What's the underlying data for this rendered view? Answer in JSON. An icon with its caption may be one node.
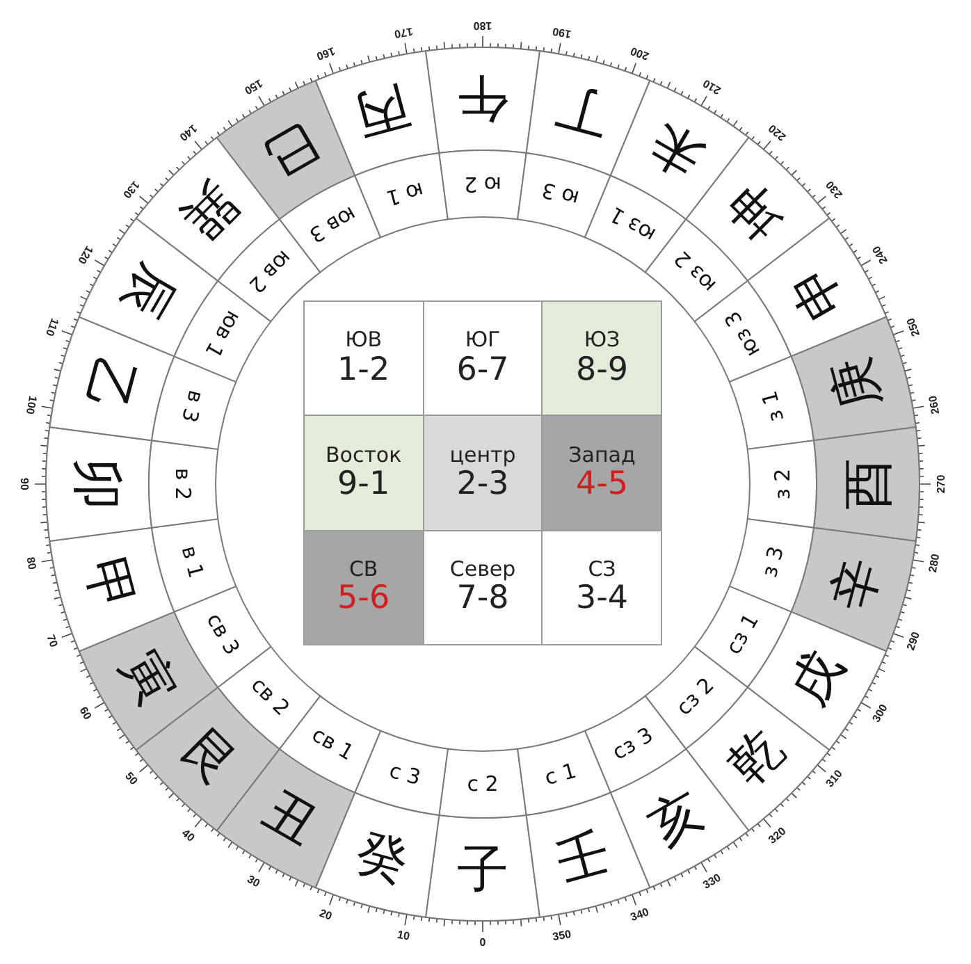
{
  "diagram": {
    "nodes": [
      {
        "text": [
          "子"
        ]
      },
      {
        "text": [
          "癸"
        ]
      },
      {
        "text": [
          "丑"
        ]
      },
      {
        "text": [
          "艮"
        ]
      },
      {
        "text": [
          "寅"
        ]
      },
      {
        "text": [
          "甲"
        ]
      },
      {
        "text": [
          "卯"
        ]
      },
      {
        "text": [
          "乙"
        ]
      },
      {
        "text": [
          "辰"
        ]
      },
      {
        "text": [
          "巽"
        ]
      },
      {
        "text": [
          "巳"
        ]
      },
      {
        "text": [
          "丙"
        ]
      },
      {
        "text": [
          "午"
        ]
      },
      {
        "text": [
          "丁"
        ]
      },
      {
        "text": [
          "未"
        ]
      },
      {
        "text": [
          "坤"
        ]
      },
      {
        "text": [
          "申"
        ]
      },
      {
        "text": [
          "庚"
        ]
      },
      {
        "text": [
          "酉"
        ]
      },
      {
        "text": [
          "辛"
        ]
      },
      {
        "text": [
          "戌"
        ]
      },
      {
        "text": [
          "乾"
        ]
      },
      {
        "text": [
          "亥"
        ]
      },
      {
        "text": [
          "壬"
        ]
      },
      {
        "text": [
          "с 2"
        ]
      },
      {
        "text": [
          "с 3"
        ]
      },
      {
        "text": [
          "св 1"
        ]
      },
      {
        "text": [
          "св 2"
        ]
      },
      {
        "text": [
          "св 3"
        ]
      },
      {
        "text": [
          "в 1"
        ]
      },
      {
        "text": [
          "в 2"
        ]
      },
      {
        "text": [
          "в 3"
        ]
      },
      {
        "text": [
          "юв 1"
        ]
      },
      {
        "text": [
          "юв 2"
        ]
      },
      {
        "text": [
          "юв 3"
        ]
      },
      {
        "text": [
          "ю 1"
        ]
      },
      {
        "text": [
          "ю 2"
        ]
      },
      {
        "text": [
          "ю 3"
        ]
      },
      {
        "text": [
          "юз 1"
        ]
      },
      {
        "text": [
          "юз 2"
        ]
      },
      {
        "text": [
          "юз 3"
        ]
      },
      {
        "text": [
          "з 1"
        ]
      },
      {
        "text": [
          "з 2"
        ]
      },
      {
        "text": [
          "з 3"
        ]
      },
      {
        "text": [
          "сз 1"
        ]
      },
      {
        "text": [
          "сз 2"
        ]
      },
      {
        "text": [
          "сз 3"
        ]
      },
      {
        "text": [
          "с 1"
        ]
      },
      {
        "text": [
          "ЮВ",
          "1-2"
        ]
      },
      {
        "text": [
          "ЮГ",
          "6-7"
        ]
      },
      {
        "text": [
          "ЮЗ",
          "8-9"
        ]
      },
      {
        "text": [
          "Восток",
          "9-1"
        ]
      },
      {
        "text": [
          "центр",
          "2-3"
        ]
      },
      {
        "text": [
          "Запад",
          "4-5"
        ]
      },
      {
        "text": [
          "СВ",
          "5-6"
        ]
      },
      {
        "text": [
          "Север",
          "7-8"
        ]
      },
      {
        "text": [
          "СЗ",
          "3-4"
        ]
      }
    ],
    "labels": [
      "0",
      "10",
      "20",
      "30",
      "40",
      "50",
      "60",
      "70",
      "80",
      "90",
      "100",
      "110",
      "120",
      "130",
      "140",
      "150",
      "160",
      "170",
      "180",
      "190",
      "200",
      "210",
      "220",
      "230",
      "240",
      "250",
      "260",
      "270",
      "280",
      "290",
      "300",
      "310",
      "320",
      "330",
      "340",
      "350"
    ]
  }
}
